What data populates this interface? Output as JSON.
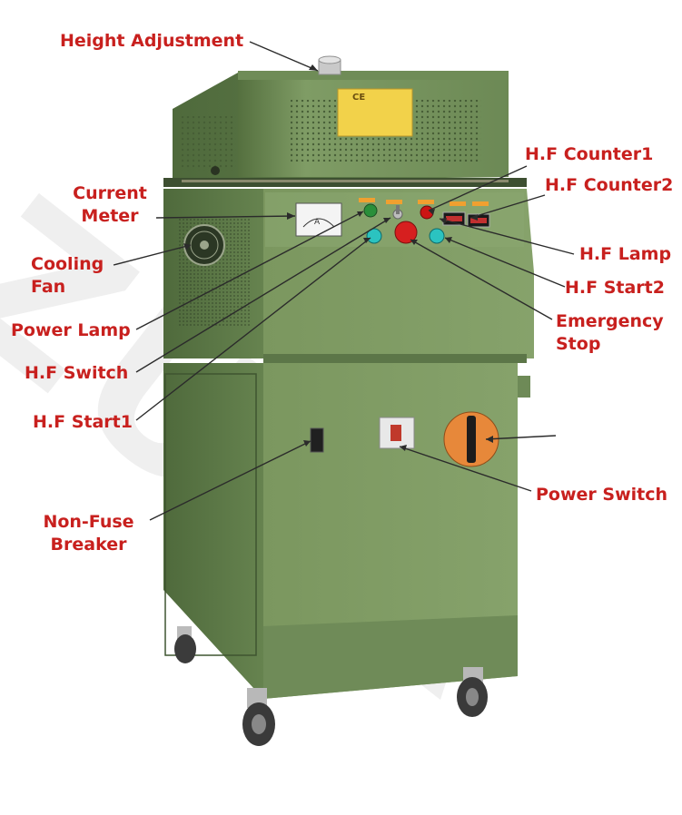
{
  "labels": {
    "height_adjustment": "Height Adjustment",
    "current_meter": [
      "Current",
      "Meter"
    ],
    "cooling_fan": [
      "Cooling",
      "Fan"
    ],
    "power_lamp": "Power Lamp",
    "hf_switch": "H.F Switch",
    "hf_start1": "H.F Start1",
    "non_fuse_breaker": [
      "Non-Fuse",
      "Breaker"
    ],
    "hf_counter1": "H.F Counter1",
    "hf_counter2": "H.F Counter2",
    "hf_lamp": "H.F Lamp",
    "hf_start2": "H.F Start2",
    "emergency_stop": [
      "Emergency",
      "Stop"
    ],
    "power_switch": "Power Switch"
  },
  "panel_text": {
    "ce_mark": "CE",
    "meter_mark": "A"
  },
  "colors": {
    "label_red": "#c8201e",
    "machine_green": "#7e9a64",
    "machine_green_dark": "#5f7a4a",
    "plate_yellow": "#f2d24a",
    "stop_red": "#d61f1f",
    "button_cyan": "#2bc3c0",
    "lamp_green": "#2a8f3a",
    "lamp_red": "#cc1414",
    "dial_orange": "#e7883a"
  }
}
